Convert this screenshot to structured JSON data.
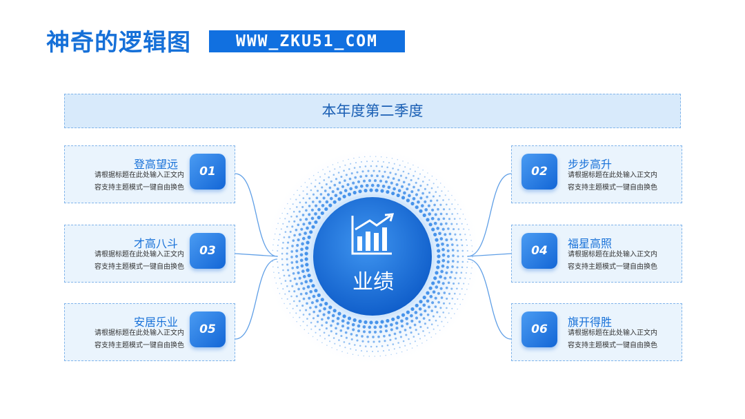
{
  "header": {
    "title": "神奇的逻辑图",
    "site": "WWW_ZKU51_COM"
  },
  "banner": "本年度第二季度",
  "center": {
    "label": "业绩",
    "icon": "bar-chart-growth-icon"
  },
  "items": [
    {
      "num": "01",
      "title": "登高望远",
      "line1": "请根据标题在此处输入正文内",
      "line2": "容支持主题模式一键自由换色"
    },
    {
      "num": "02",
      "title": "步步高升",
      "line1": "请根据标题在此处输入正文内",
      "line2": "容支持主题模式一键自由换色"
    },
    {
      "num": "03",
      "title": "才高八斗",
      "line1": "请根据标题在此处输入正文内",
      "line2": "容支持主题模式一键自由换色"
    },
    {
      "num": "04",
      "title": "福星高照",
      "line1": "请根据标题在此处输入正文内",
      "line2": "容支持主题模式一键自由换色"
    },
    {
      "num": "05",
      "title": "安居乐业",
      "line1": "请根据标题在此处输入正文内",
      "line2": "容支持主题模式一键自由换色"
    },
    {
      "num": "06",
      "title": "旗开得胜",
      "line1": "请根据标题在此处输入正文内",
      "line2": "容支持主题模式一键自由换色"
    }
  ],
  "colors": {
    "primary": "#1670d8",
    "light": "#eaf4fd",
    "banner": "#d8eafb"
  }
}
